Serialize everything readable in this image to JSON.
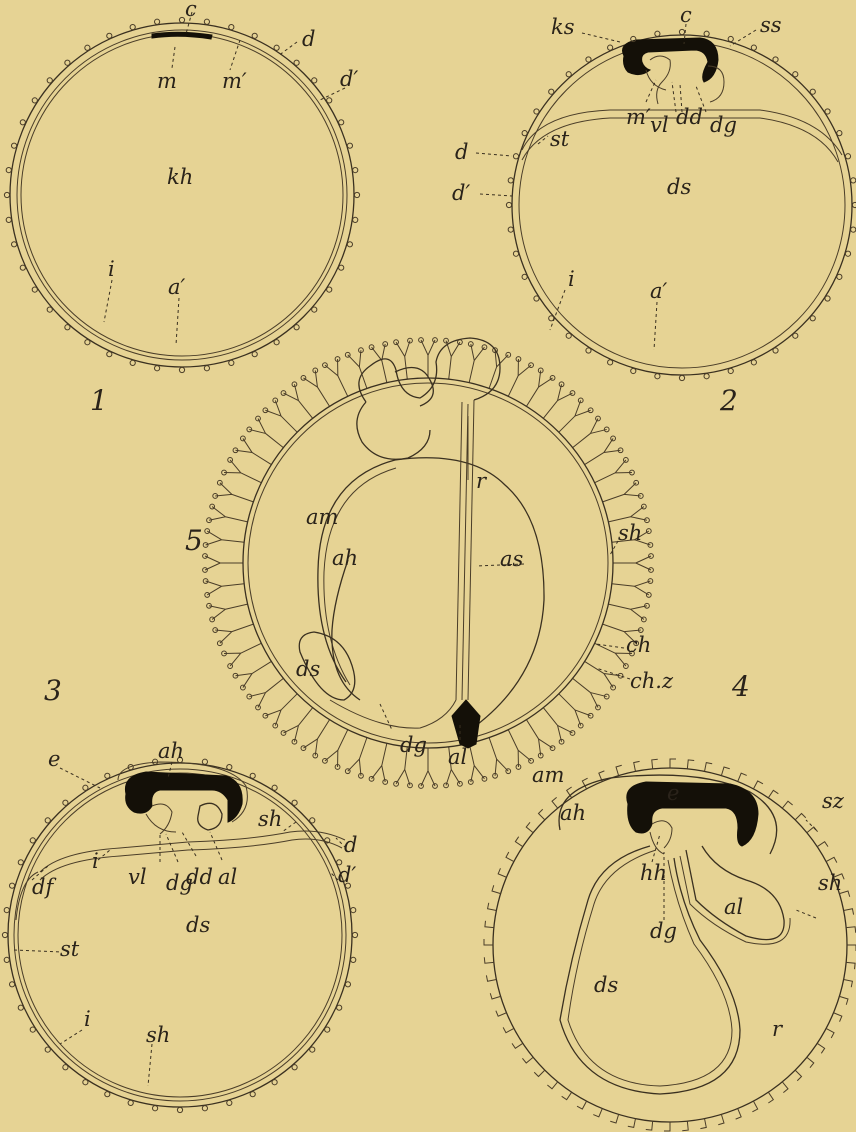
{
  "figures": {
    "f1": {
      "number": "1",
      "labels": {
        "c": "c",
        "d": "d",
        "d_prime": "d′",
        "m": "m",
        "m_prime": "m′",
        "kh": "kh",
        "i": "i",
        "a_prime": "a′"
      }
    },
    "f2": {
      "number": "2",
      "labels": {
        "ks": "ks",
        "c": "c",
        "ss": "ss",
        "m_prime": "m′",
        "vl": "vl",
        "dd": "dd",
        "dg": "dg",
        "st": "st",
        "d": "d",
        "d_prime": "d′",
        "ds": "ds",
        "i": "i",
        "a_prime": "a′"
      }
    },
    "f3": {
      "number": "3",
      "labels": {
        "ah": "ah",
        "e": "e",
        "sh": "sh",
        "d": "d",
        "d_prime": "d′",
        "i_top": "i",
        "df": "df",
        "vl": "vl",
        "dg": "dg",
        "dd": "dd",
        "al": "al",
        "ds": "ds",
        "st": "st",
        "i_bottom": "i",
        "sh_bottom": "sh"
      }
    },
    "f4": {
      "number": "4",
      "labels": {
        "am": "am",
        "e": "e",
        "sz": "sz",
        "ah": "ah",
        "hh": "hh",
        "dg": "dg",
        "al": "al",
        "sh": "sh",
        "ds": "ds",
        "r": "r"
      }
    },
    "f5": {
      "number": "5",
      "labels": {
        "am": "am",
        "r": "r",
        "ah": "ah",
        "as": "as",
        "sh": "sh",
        "ch": "ch",
        "chz": "ch.z",
        "ds": "ds",
        "dg": "dg",
        "al": "al"
      }
    }
  }
}
